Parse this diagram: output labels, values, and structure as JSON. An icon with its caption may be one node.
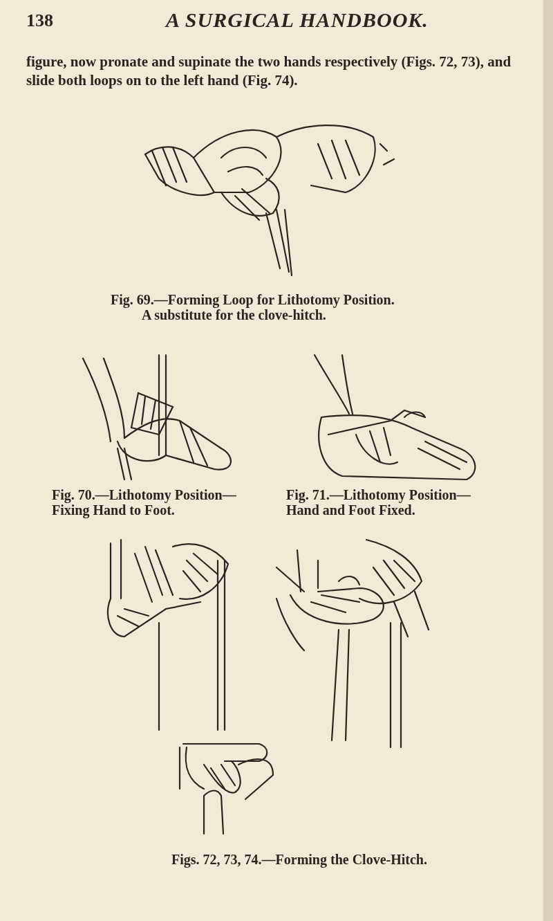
{
  "diagram": {
    "title": "A SURGICAL HANDBOOK.",
    "labels": [
      "138",
      "figure, now pronate and supinate the two hands respectively (Figs. 72, 73), and slide both loops on to the left hand (Fig. 74).",
      "Fig. 69.—Forming Loop for Lithotomy Position.",
      "A substitute for the clove-hitch.",
      "Fig. 70.—Lithotomy Position— Fixing Hand to Foot.",
      "Fig. 71.—Lithotomy Position— Hand and Foot Fixed.",
      "Figs. 72, 73, 74.—Forming the Clove-Hitch."
    ]
  }
}
